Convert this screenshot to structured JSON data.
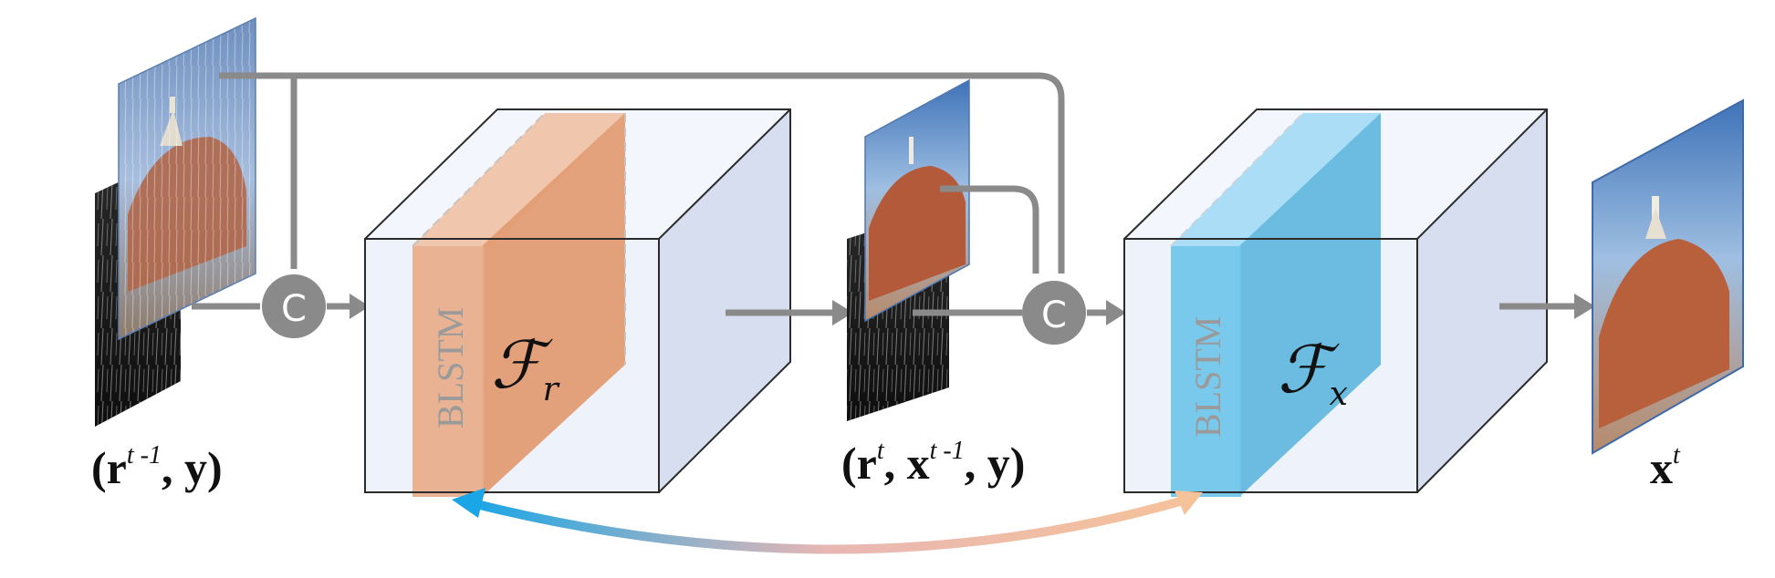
{
  "inputs_left": {
    "label_open": "(",
    "label_r": "r",
    "label_sup": "t -1",
    "label_rest": ", y)"
  },
  "concat_symbol": "C",
  "module_r": {
    "layer_label": "BLSTM",
    "function_letter": "ℱ",
    "function_sub": "r",
    "color": "#E8A77F"
  },
  "inputs_middle": {
    "label_open": "(",
    "label_r": "r",
    "label_r_sup": "t",
    "label_sep": ", ",
    "label_x": "x",
    "label_x_sup": "t -1",
    "label_rest": ", y)"
  },
  "module_x": {
    "layer_label": "BLSTM",
    "function_letter": "ℱ",
    "function_sub": "x",
    "color": "#6CC3E8"
  },
  "output": {
    "label_x": "x",
    "label_sup": "t"
  },
  "colors": {
    "arrow_gray": "#8a8a8a",
    "cube_face": "#eef2fa",
    "cube_side": "#d6deef",
    "feedback_start": "#1aa6e6",
    "feedback_end": "#f5c29a"
  }
}
